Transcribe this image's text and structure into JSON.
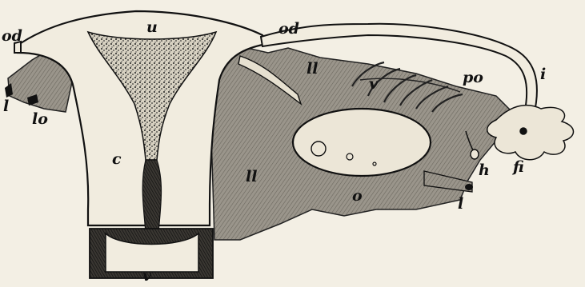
{
  "figure": {
    "labels": {
      "od_left": "od",
      "u": "u",
      "od_right": "od",
      "l_left": "l",
      "lo": "lo",
      "c": "c",
      "ll_upper": "ll",
      "ll_lower": "ll",
      "v_top": "v",
      "po": "po",
      "i": "i",
      "h": "h",
      "fi": "fi",
      "o": "o",
      "l_right": "l",
      "v_bottom": "v"
    },
    "colors": {
      "background": "#f3efe4",
      "ink": "#111111",
      "tissue_shade": "#8c8880",
      "organ_fill": "#e9e4d6"
    }
  }
}
